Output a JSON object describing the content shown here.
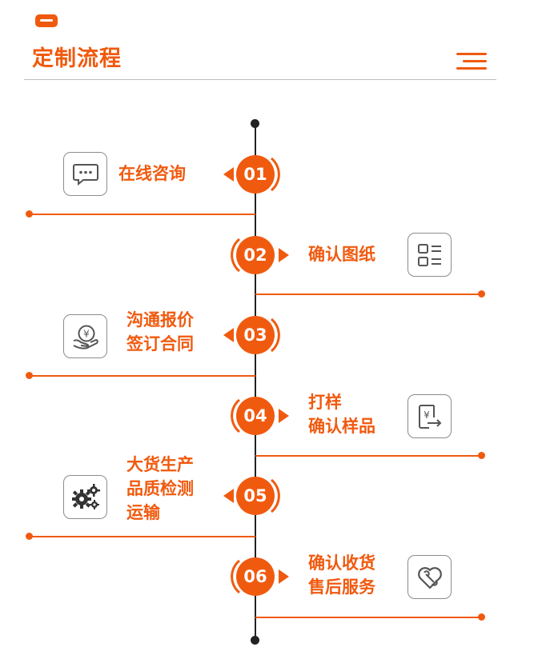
{
  "header": {
    "title": "定制流程",
    "menu_icon": "menu-icon",
    "accent": "#f05a0f"
  },
  "steps": [
    {
      "num": "01",
      "lines": [
        "在线咨询"
      ],
      "icon": "chat-icon"
    },
    {
      "num": "02",
      "lines": [
        "确认图纸"
      ],
      "icon": "layout-list-icon"
    },
    {
      "num": "03",
      "lines": [
        "沟通报价",
        "签订合同"
      ],
      "icon": "yuan-hand-icon"
    },
    {
      "num": "04",
      "lines": [
        "打样",
        "确认样品"
      ],
      "icon": "yuan-document-icon"
    },
    {
      "num": "05",
      "lines": [
        "大货生产",
        "品质检测",
        "运输"
      ],
      "icon": "gears-icon"
    },
    {
      "num": "06",
      "lines": [
        "确认收货",
        "售后服务"
      ],
      "icon": "heart-wrench-icon"
    }
  ]
}
